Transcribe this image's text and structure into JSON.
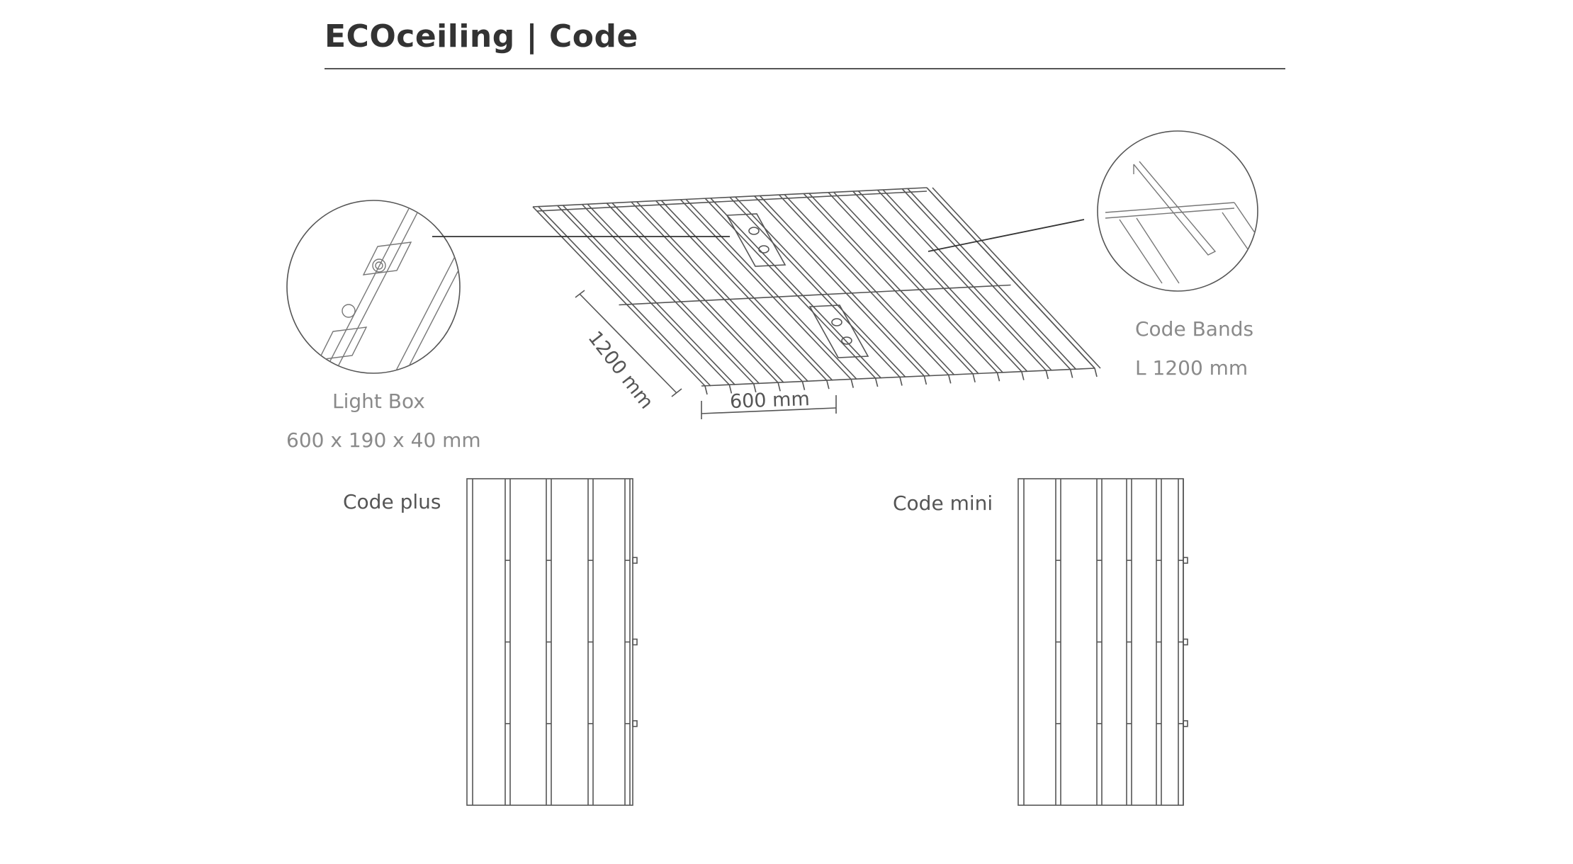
{
  "header": {
    "title": "ECOceiling | Code"
  },
  "light_box": {
    "name": "Light Box",
    "size": "600 x 190 x 40 mm"
  },
  "code_bands": {
    "name": "Code Bands",
    "length": "L 1200 mm"
  },
  "dimensions": {
    "depth": "1200 mm",
    "width": "600 mm"
  },
  "variants": {
    "plus": "Code plus",
    "mini": "Code mini"
  },
  "colors": {
    "line": "#555555",
    "text": "#8a8a8a",
    "title": "#333333"
  }
}
